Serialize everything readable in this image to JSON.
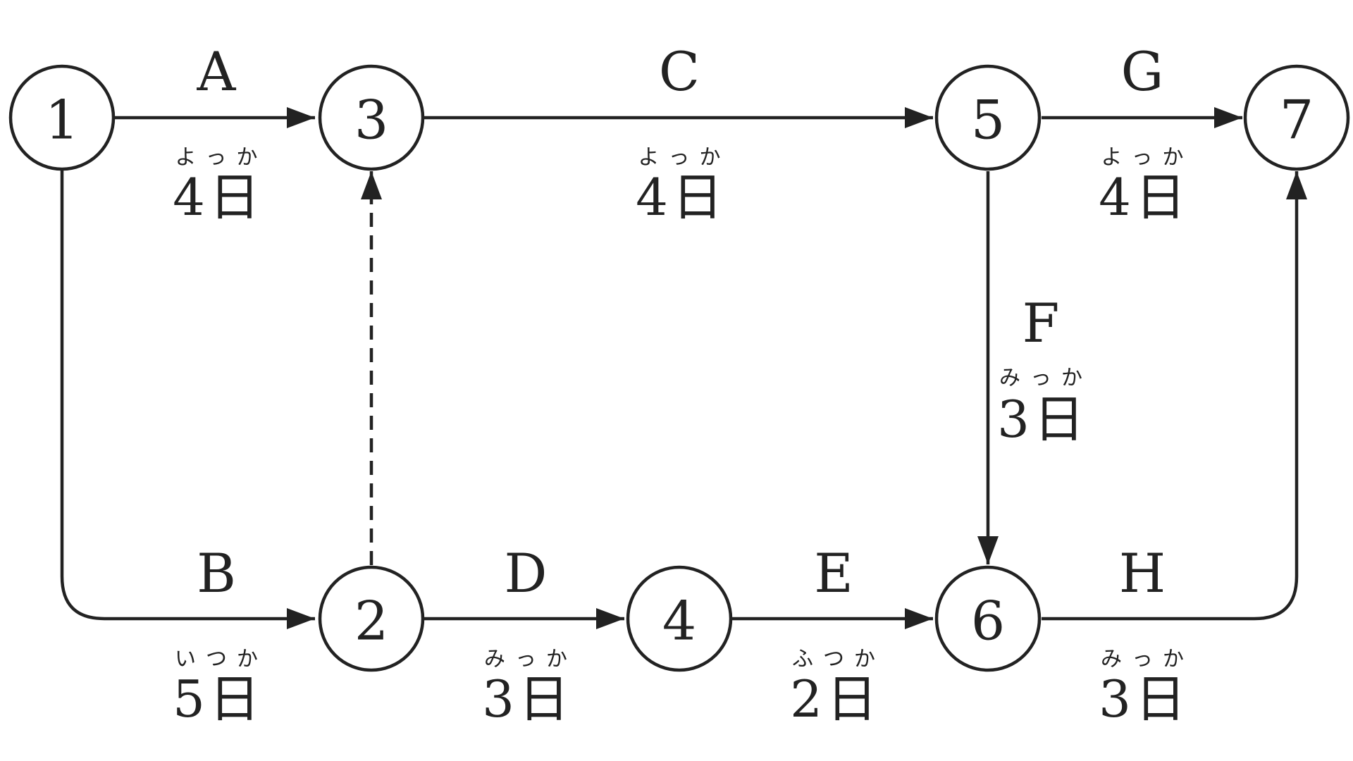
{
  "nodes": [
    {
      "id": "1",
      "label": "1"
    },
    {
      "id": "2",
      "label": "2"
    },
    {
      "id": "3",
      "label": "3"
    },
    {
      "id": "4",
      "label": "4"
    },
    {
      "id": "5",
      "label": "5"
    },
    {
      "id": "6",
      "label": "6"
    },
    {
      "id": "7",
      "label": "7"
    }
  ],
  "edges": [
    {
      "id": "A",
      "from": "1",
      "to": "3",
      "label": "A",
      "ruby": "よっか",
      "duration": "4日",
      "style": "solid"
    },
    {
      "id": "B",
      "from": "1",
      "to": "2",
      "label": "B",
      "ruby": "いつか",
      "duration": "5日",
      "style": "solid"
    },
    {
      "id": "C",
      "from": "3",
      "to": "5",
      "label": "C",
      "ruby": "よっか",
      "duration": "4日",
      "style": "solid"
    },
    {
      "id": "D",
      "from": "2",
      "to": "4",
      "label": "D",
      "ruby": "みっか",
      "duration": "3日",
      "style": "solid"
    },
    {
      "id": "E",
      "from": "4",
      "to": "6",
      "label": "E",
      "ruby": "ふつか",
      "duration": "2日",
      "style": "solid"
    },
    {
      "id": "F",
      "from": "5",
      "to": "6",
      "label": "F",
      "ruby": "みっか",
      "duration": "3日",
      "style": "solid"
    },
    {
      "id": "G",
      "from": "5",
      "to": "7",
      "label": "G",
      "ruby": "よっか",
      "duration": "4日",
      "style": "solid"
    },
    {
      "id": "H",
      "from": "6",
      "to": "7",
      "label": "H",
      "ruby": "みっか",
      "duration": "3日",
      "style": "solid"
    },
    {
      "id": "dummy",
      "from": "2",
      "to": "3",
      "label": "",
      "ruby": "",
      "duration": "",
      "style": "dashed"
    }
  ],
  "colors": {
    "ink": "#222222",
    "background": "#ffffff"
  }
}
